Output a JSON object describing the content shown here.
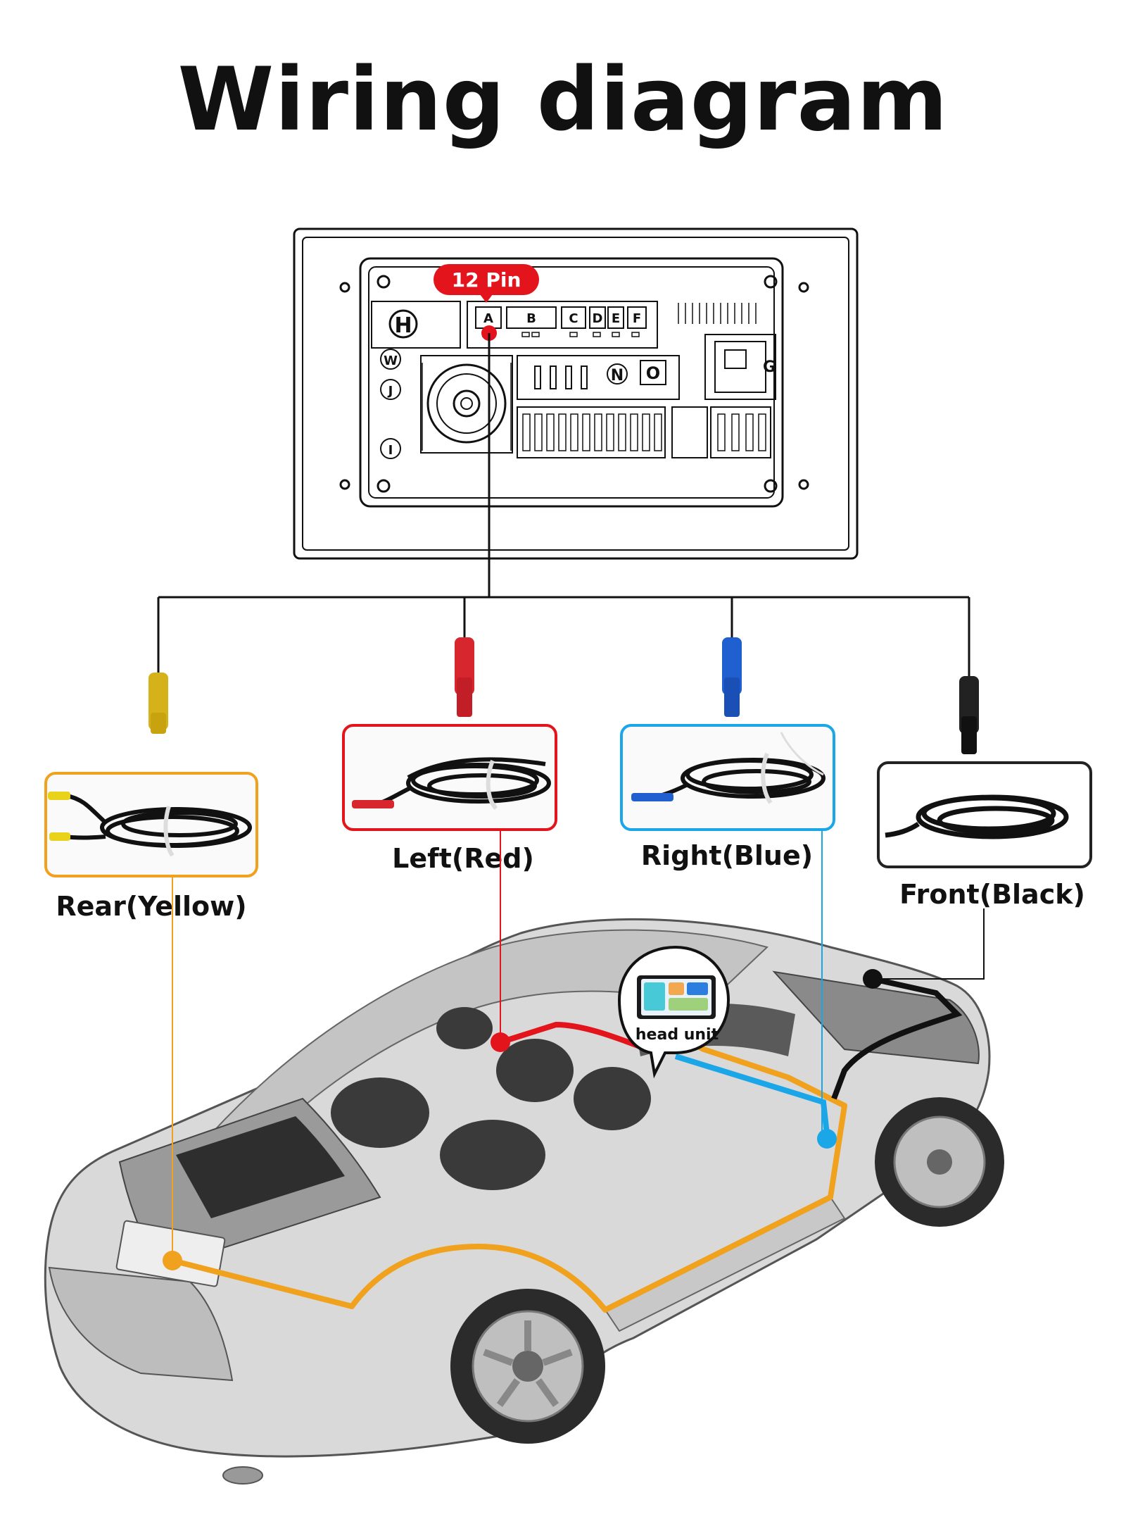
{
  "title": "Wiring diagram",
  "head_unit_panel": {
    "pin_badge": "12 Pin",
    "port_labels": [
      "A",
      "B",
      "C",
      "D",
      "E",
      "F"
    ],
    "markers": {
      "h": "H",
      "w": "W",
      "j": "J",
      "i": "I",
      "n": "N",
      "o": "O",
      "g": "G"
    }
  },
  "cameras": [
    {
      "id": "rear",
      "label": "Rear(Yellow)",
      "color": "#f0a21e",
      "connector_color": "#d6b21a"
    },
    {
      "id": "left",
      "label": "Left(Red)",
      "color": "#e3141b",
      "connector_color": "#d8262f"
    },
    {
      "id": "right",
      "label": "Right(Blue)",
      "color": "#1ba6e8",
      "connector_color": "#1f5fd0"
    },
    {
      "id": "front",
      "label": "Front(Black)",
      "color": "#111111",
      "connector_color": "#222222"
    }
  ],
  "car": {
    "head_unit_callout": "head unit"
  },
  "colors": {
    "pin_badge_bg": "#e3141b",
    "wire": "#111111"
  }
}
